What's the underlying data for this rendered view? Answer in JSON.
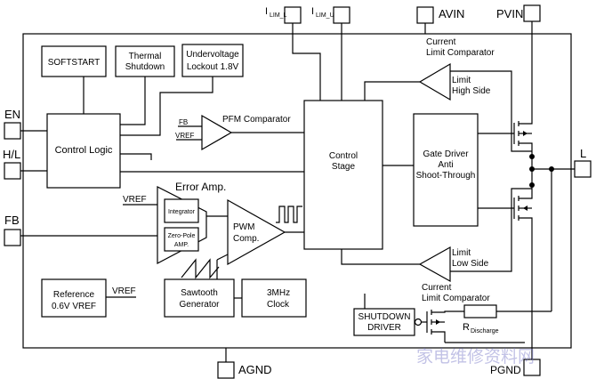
{
  "pins": {
    "ilim_l": "I",
    "ilim_l_sub": "LIM_L",
    "ilim_u": "I",
    "ilim_u_sub": "LIM_U",
    "avin": "AVIN",
    "pvin": "PVIN",
    "en": "EN",
    "hl": "H/L",
    "fb": "FB",
    "l": "L",
    "agnd": "AGND",
    "pgnd": "PGND"
  },
  "blocks": {
    "softstart": "SOFTSTART",
    "thermal_1": "Thermal",
    "thermal_2": "Shutdown",
    "uvlo_1": "Undervoltage",
    "uvlo_2": "Lockout 1.8V",
    "control_logic": "Control Logic",
    "control_stage_1": "Control",
    "control_stage_2": "Stage",
    "gate_driver_1": "Gate Driver",
    "gate_driver_2": "Anti",
    "gate_driver_3": "Shoot-Through",
    "reference_1": "Reference",
    "reference_2": "0.6V VREF",
    "sawtooth_1": "Sawtooth",
    "sawtooth_2": "Generator",
    "clock_1": "3MHz",
    "clock_2": "Clock",
    "shutdown_1": "SHUTDOWN",
    "shutdown_2": "DRIVER",
    "integrator": "Integrator",
    "zero_pole_1": "Zero-Pole",
    "zero_pole_2": "AMP."
  },
  "labels": {
    "clc_top_1": "Current",
    "clc_top_2": "Limit Comparator",
    "limit_high_1": "Limit",
    "limit_high_2": "High Side",
    "limit_low_1": "Limit",
    "limit_low_2": "Low Side",
    "clc_bot_1": "Current",
    "clc_bot_2": "Limit Comparator",
    "pfm_comparator": "PFM Comparator",
    "pfm_fb": "FB",
    "pfm_vref": "VREF",
    "error_amp": "Error Amp.",
    "err_vref": "VREF",
    "pwm_1": "PWM",
    "pwm_2": "Comp.",
    "ref_vref": "VREF",
    "r_discharge": "R",
    "r_discharge_sub": "Discharge"
  },
  "watermark": "家电维修资料网"
}
